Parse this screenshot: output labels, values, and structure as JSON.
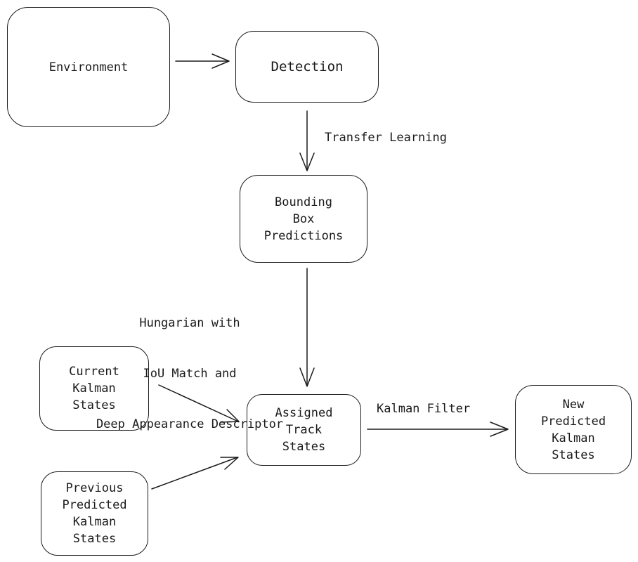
{
  "nodes": {
    "environment": {
      "lines": [
        "Environment"
      ]
    },
    "detection": {
      "lines": [
        "Detection"
      ]
    },
    "bounding_box": {
      "lines": [
        "Bounding",
        "Box",
        "Predictions"
      ]
    },
    "current_kalman": {
      "lines": [
        "Current",
        "Kalman",
        "States"
      ]
    },
    "previous_kalman": {
      "lines": [
        "Previous",
        "Predicted",
        "Kalman",
        "States"
      ]
    },
    "assigned_track": {
      "lines": [
        "Assigned",
        "Track",
        "States"
      ]
    },
    "new_kalman": {
      "lines": [
        "New",
        "Predicted",
        "Kalman",
        "States"
      ]
    }
  },
  "edge_labels": {
    "transfer_learning": "Transfer Learning",
    "hungarian": [
      "Hungarian with",
      "IoU Match and",
      "Deep Appearance Descriptor"
    ],
    "kalman_filter": "Kalman Filter"
  }
}
